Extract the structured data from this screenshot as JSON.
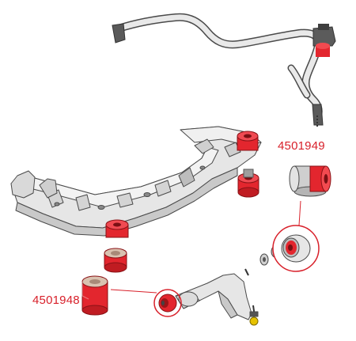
{
  "labels": {
    "part_upper": "4501949",
    "part_lower": "4501948"
  },
  "colors": {
    "label_red": "#d8202a",
    "bushing_red": "#e3262e",
    "bushing_dark_red": "#9c1418",
    "metal_light": "#e6e6e6",
    "metal_mid": "#c9c9c9",
    "outline": "#4a4a4a",
    "callout_circle": "#d8202a"
  },
  "components": [
    "stabilizer-bar",
    "subframe",
    "control-arm",
    "ball-joint",
    "bushing-4501949",
    "bushing-4501948"
  ]
}
